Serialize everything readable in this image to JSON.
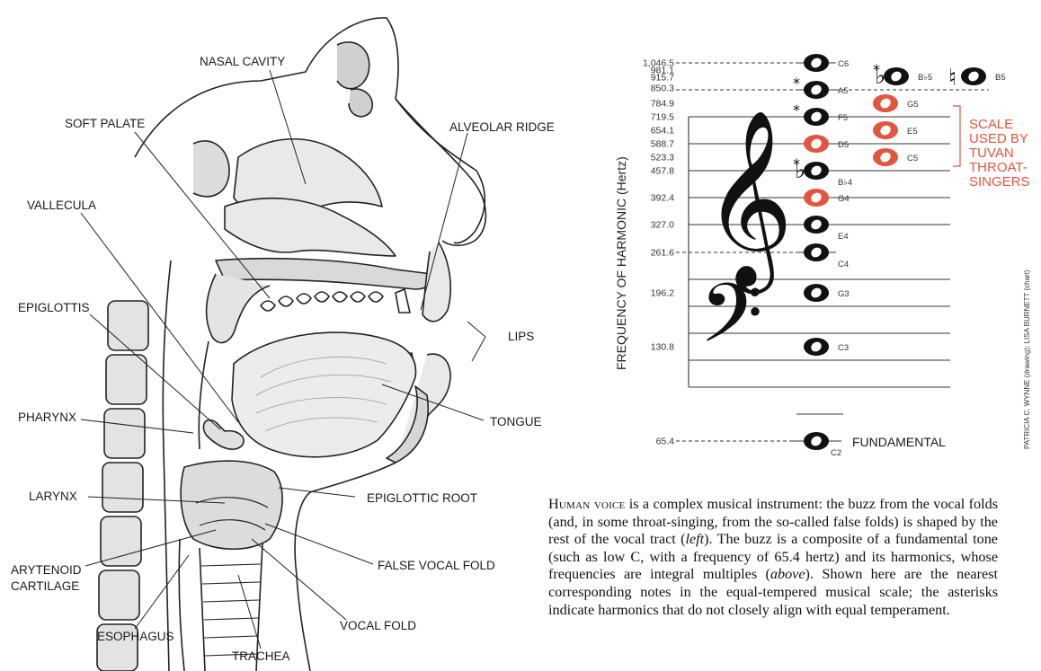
{
  "anatomy": {
    "labels": {
      "nasal_cavity": "NASAL CAVITY",
      "soft_palate": "SOFT PALATE",
      "alveolar_ridge": "ALVEOLAR RIDGE",
      "vallecula": "VALLECULA",
      "epiglottis": "EPIGLOTTIS",
      "lips": "LIPS",
      "pharynx": "PHARYNX",
      "tongue": "TONGUE",
      "larynx": "LARYNX",
      "epiglottic_root": "EPIGLOTTIC ROOT",
      "arytenoid_1": "ARYTENOID",
      "arytenoid_2": "CARTILAGE",
      "false_vocal_fold": "FALSE VOCAL FOLD",
      "esophagus": "ESOPHAGUS",
      "vocal_fold": "VOCAL FOLD",
      "trachea": "TRACHEA"
    }
  },
  "chart_data": {
    "type": "table",
    "y_axis_label": "FREQUENCY OF HARMONIC (Hertz)",
    "frequencies": [
      "1,046.5",
      "981.1",
      "915.7",
      "850.3",
      "784.9",
      "719.5",
      "654.1",
      "588.7",
      "523.3",
      "457.8",
      "392.4",
      "327.0",
      "261.6",
      "196.2",
      "130.8",
      "65.4"
    ],
    "notes": [
      {
        "name": "C2",
        "freq": 65.4,
        "scale": false,
        "asterisk": false
      },
      {
        "name": "C3",
        "freq": 130.8,
        "scale": false,
        "asterisk": false
      },
      {
        "name": "G3",
        "freq": 196.2,
        "scale": false,
        "asterisk": false
      },
      {
        "name": "C4",
        "freq": 261.6,
        "scale": false,
        "asterisk": false
      },
      {
        "name": "E4",
        "freq": 327.0,
        "scale": false,
        "asterisk": false
      },
      {
        "name": "G4",
        "freq": 392.4,
        "scale": true,
        "asterisk": false
      },
      {
        "name": "B♭4",
        "freq": 457.8,
        "scale": false,
        "asterisk": true
      },
      {
        "name": "C5",
        "freq": 523.3,
        "scale": true,
        "asterisk": false
      },
      {
        "name": "D5",
        "freq": 588.7,
        "scale": true,
        "asterisk": false
      },
      {
        "name": "E5",
        "freq": 654.1,
        "scale": true,
        "asterisk": false
      },
      {
        "name": "F5",
        "freq": 719.5,
        "scale": false,
        "asterisk": true
      },
      {
        "name": "G5",
        "freq": 784.9,
        "scale": true,
        "asterisk": false
      },
      {
        "name": "A5",
        "freq": 850.3,
        "scale": false,
        "asterisk": true
      },
      {
        "name": "B♭5",
        "freq": 915.7,
        "scale": false,
        "asterisk": true
      },
      {
        "name": "B5",
        "freq": 981.1,
        "scale": false,
        "asterisk": false
      },
      {
        "name": "C6",
        "freq": 1046.5,
        "scale": false,
        "asterisk": false
      }
    ],
    "scale_label": [
      "SCALE",
      "USED BY",
      "TUVAN",
      "THROAT-",
      "SINGERS"
    ],
    "fundamental_label": "FUNDAMENTAL",
    "colors": {
      "scale": "#e2553f",
      "ink": "#111111"
    }
  },
  "caption": {
    "lead": "Human voice",
    "text": " is a complex musical instrument: the buzz from the vocal folds (and, in some throat-singing, from the so-called false folds) is shaped by the rest of the vocal tract (",
    "left": "left",
    "text2": "). The buzz is a composite of a fundamental tone (such as low C, with a frequency of 65.4 hertz) and its harmonics, whose frequencies are integral multiples (",
    "above": "above",
    "text3": "). Shown here are the nearest corresponding notes in the equal-tempered musical scale; the asterisks indicate harmonics that do not closely align with equal temperament."
  },
  "credit": "PATRICIA C. WYNNE (drawing); LISA BURNETT (chart)"
}
